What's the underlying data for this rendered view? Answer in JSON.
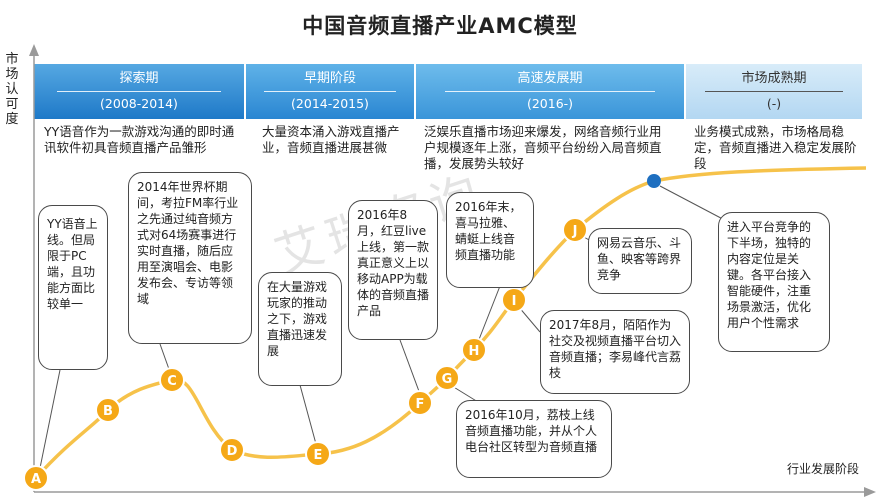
{
  "title": "中国音频直播产业AMC模型",
  "y_axis_label": "市场认可度",
  "x_axis_label": "行业发展阶段",
  "watermark": "艾瑞咨询",
  "stages": [
    {
      "name": "探索期",
      "period": "(2008-2014)"
    },
    {
      "name": "早期阶段",
      "period": "(2014-2015)"
    },
    {
      "name": "高速发展期",
      "period": "(2016-)"
    },
    {
      "name": "市场成熟期",
      "period": "(-)"
    }
  ],
  "stage_descriptions": [
    "YY语音作为一款游戏沟通的即时通讯软件初具音频直播产品雏形",
    "大量资本涌入游戏直播产业，音频直播进展甚微",
    "泛娱乐直播市场迎来爆发，网络音频行业用户规模逐年上涨，音频平台纷纷入局音频直播，发展势头较好",
    "业务模式成熟，市场格局稳定，音频直播进入稳定发展阶段"
  ],
  "points": [
    "A",
    "B",
    "C",
    "D",
    "E",
    "F",
    "G",
    "H",
    "I",
    "J"
  ],
  "callouts": {
    "b": "YY语音上线。但局限于PC端，且功能方面比较单一",
    "c": "2014年世界杯期间，考拉FM率行业之先通过纯音频方式对64场赛事进行实时直播，随后应用至演唱会、电影发布会、专访等领域",
    "e": "在大量游戏玩家的推动之下，游戏直播迅速发展",
    "f": "2016年8月，红豆live上线，第一款真正意义上以移动APP为载体的音频直播产品",
    "g": "2016年10月，荔枝上线音频直播功能，并从个人电台社区转型为音频直播",
    "h": "2016年末，喜马拉雅、蜻蜓上线音频直播功能",
    "i": "2017年8月，陌陌作为社交及视频直播平台切入音频直播；李易峰代言荔枝",
    "j": "网易云音乐、斗鱼、映客等跨界竞争",
    "m": "进入平台竞争的下半场，独特的内容定位是关键。各平台接入智能硬件，注重场景激活，优化用户个性需求"
  },
  "colors": {
    "curve": "#f6c24a",
    "point_fill": "#f5a817",
    "mature_point": "#1e6fc0"
  }
}
